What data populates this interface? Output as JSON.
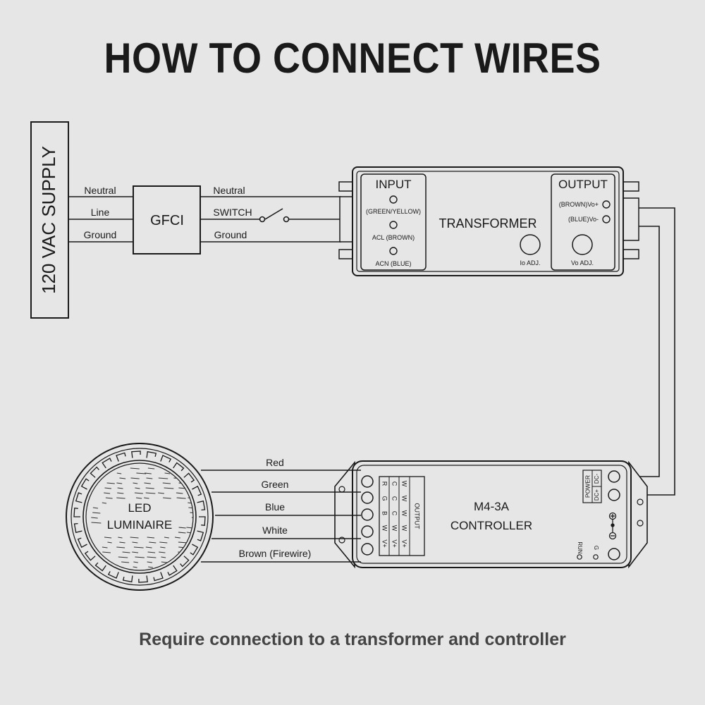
{
  "title": "HOW TO CONNECT WIRES",
  "caption": "Require connection to a transformer and controller",
  "supply": {
    "label": "120 VAC SUPPLY"
  },
  "supply_wires": {
    "neutral": "Neutral",
    "line": "Line",
    "ground": "Ground"
  },
  "gfci": {
    "label": "GFCI"
  },
  "gfci_out_wires": {
    "neutral": "Neutral",
    "switch": "SWITCH",
    "ground": "Ground"
  },
  "transformer": {
    "label": "TRANSFORMER",
    "input_title": "INPUT",
    "input_terminals": [
      "(GREEN/YELLOW)",
      "ACL (BROWN)",
      "ACN (BLUE)"
    ],
    "output_title": "OUTPUT",
    "output_terminals": [
      "(BROWN)Vo+",
      "(BLUE)Vo-"
    ],
    "io_adj": "Io ADJ.",
    "vo_adj": "Vo ADJ."
  },
  "luminaire": {
    "line1": "LED",
    "line2": "LUMINAIRE"
  },
  "luminaire_wires": [
    "Red",
    "Green",
    "Blue",
    "White",
    "Brown (Firewire)"
  ],
  "controller": {
    "line1": "M4-3A",
    "line2": "CONTROLLER",
    "output_label": "OUTPUT",
    "terminal_cols": [
      [
        "R",
        "G",
        "B",
        "W",
        "V+"
      ],
      [
        "C",
        "C",
        "C",
        "W",
        "V+"
      ],
      [
        "W",
        "W",
        "W",
        "W",
        "V+"
      ],
      [
        "W",
        "W",
        "W",
        "W",
        "V+"
      ]
    ],
    "power_label": "POWER",
    "dc_plus": "DC+",
    "dc_minus": "DC-",
    "run_label": "RUN",
    "g_label": "G"
  }
}
